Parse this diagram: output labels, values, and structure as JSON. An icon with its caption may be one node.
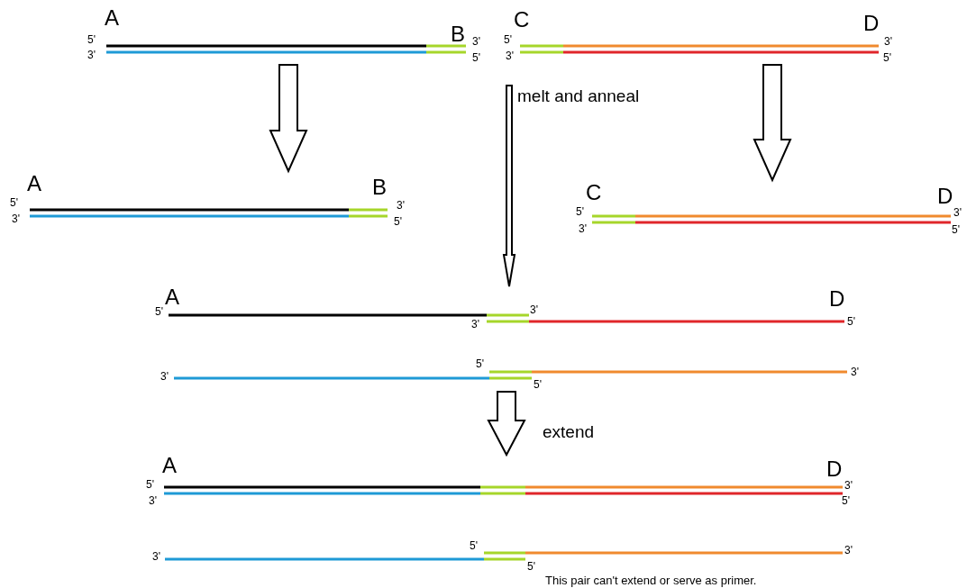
{
  "diagram": {
    "nodes": [
      {
        "text": [
          "A",
          "5'",
          "3'",
          "B",
          "3'",
          "5'"
        ]
      },
      {
        "text": [
          "C",
          "5'",
          "3'",
          "D",
          "3'",
          "5'"
        ]
      },
      {
        "text": [
          "A",
          "5'",
          "3'",
          "B",
          "3'",
          "5'"
        ]
      },
      {
        "text": [
          "C",
          "5'",
          "3'",
          "D",
          "3'",
          "5'"
        ]
      },
      {
        "text": [
          "A",
          "5'",
          "3'",
          "3'",
          "D",
          "5'"
        ]
      },
      {
        "text": [
          "3'",
          "5'",
          "5'",
          "3'"
        ]
      },
      {
        "text": [
          "A",
          "5'",
          "3'",
          "D",
          "3'",
          "5'"
        ]
      },
      {
        "text": [
          "3'",
          "5'",
          "5'",
          "3'"
        ],
        "beside": [
          "This pair can't extend or serve as primer."
        ]
      }
    ],
    "edges": [
      {
        "from": 0,
        "to": 2,
        "arrow": "to"
      },
      {
        "from": 1,
        "to": 3,
        "arrow": "to"
      },
      {
        "from": null,
        "to": 4,
        "arrow": "to",
        "label": "melt and anneal"
      },
      {
        "from": 5,
        "to": 6,
        "arrow": "to",
        "label": "extend"
      }
    ]
  }
}
